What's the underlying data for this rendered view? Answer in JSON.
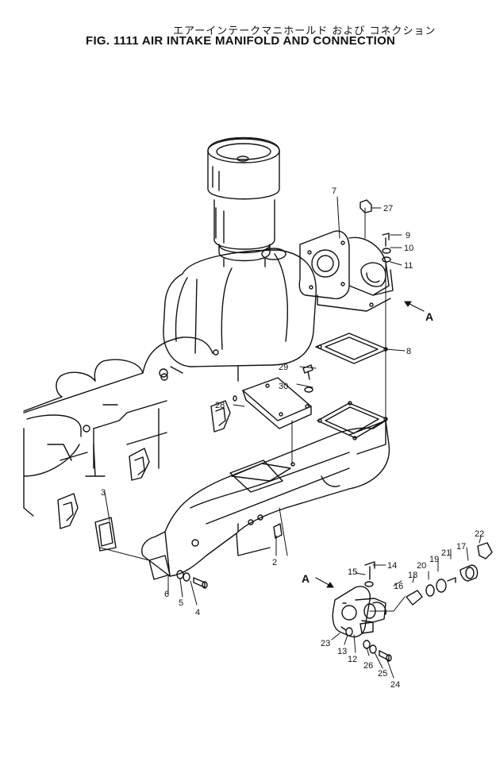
{
  "figure": {
    "title_jp": "エアーインテークマニホールド および コネクション",
    "title_en": "FIG. 1111  AIR INTAKE MANIFOLD AND CONNECTION"
  },
  "view_marker": "A",
  "callouts": {
    "c2": "2",
    "c3": "3",
    "c4": "4",
    "c5": "5",
    "c6": "6",
    "c7": "7",
    "c8": "8",
    "c9": "9",
    "c10": "10",
    "c11": "11",
    "c12": "12",
    "c13": "13",
    "c14": "14",
    "c15": "15",
    "c16": "16",
    "c17": "17",
    "c18": "18",
    "c19": "19",
    "c20": "20",
    "c21": "21",
    "c22": "22",
    "c23": "23",
    "c24": "24",
    "c25": "25",
    "c26": "26",
    "c27": "27",
    "c28": "28",
    "c29": "29",
    "c30": "30"
  }
}
